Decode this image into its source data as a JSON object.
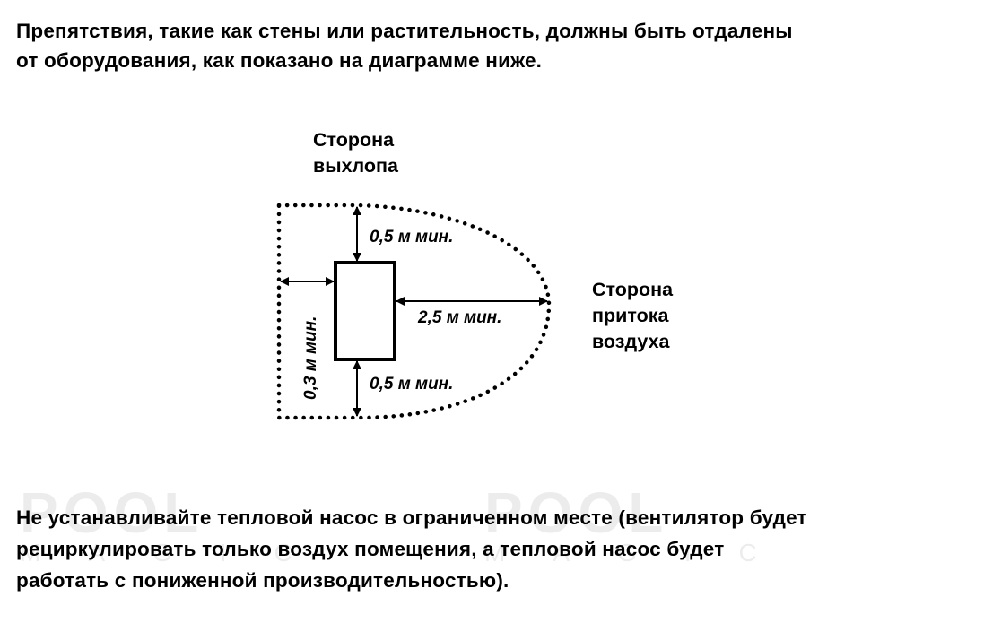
{
  "intro": {
    "line1": "Препятствия, такие как стены или растительность, должны быть отдалены",
    "line2": "от оборудования, как показано на диаграмме ниже."
  },
  "diagram": {
    "exhaust_side": [
      "Сторона",
      "выхлопа"
    ],
    "intake_side": [
      "Сторона",
      "притока",
      "воздуха"
    ],
    "clearance_top": "0,5 м мин.",
    "clearance_bottom": "0,5 м мин.",
    "clearance_intake": "2,5 м мин.",
    "clearance_left": "0,3 м мин."
  },
  "warning": {
    "line1": "Не устанавливайте тепловой насос в ограниченном месте (вентилятор будет",
    "line2": "рециркулировать только воздух помещения, а тепловой насос будет",
    "line3": "работать с пониженной  производительностью)."
  },
  "watermark": {
    "word": "POOL",
    "sub": "MAGIC"
  }
}
